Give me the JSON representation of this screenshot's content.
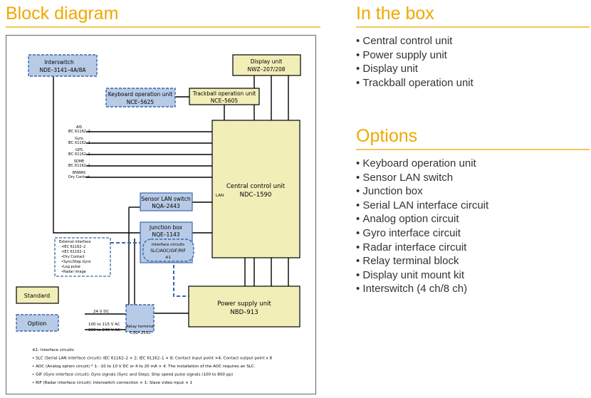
{
  "block_diagram": {
    "title": "Block diagram",
    "blocks": {
      "interswitch": [
        "Interswitch",
        "NDE–3141–4A/8A"
      ],
      "display_unit": [
        "Display unit",
        "NWZ–207/208"
      ],
      "keyboard_unit": [
        "Keyboard operation unit",
        "NCE–5625"
      ],
      "trackball_unit": [
        "Trackball operation unit",
        "NCE–5605"
      ],
      "central_control_unit": [
        "Central control unit",
        "NDC–1590"
      ],
      "sensor_lan_switch": [
        "Sensor LAN switch",
        "NQA–2443"
      ],
      "junction_box": [
        "Junction box",
        "NQE–1143"
      ],
      "interface_circuits": [
        "Interface circuits",
        "SLC/AOC/GIF/RIF",
        "※1"
      ],
      "power_supply_unit": [
        "Power supply unit",
        "NBD–913"
      ],
      "relay_terminal": [
        "Relay terminal",
        "CQD–2312"
      ]
    },
    "lan_label": "LAN",
    "inputs": [
      [
        "AIS",
        "IEC 61162–2"
      ],
      [
        "Gyro",
        "IEC 61162–2"
      ],
      [
        "GPS",
        "IEC 61162–1"
      ],
      [
        "SDME",
        "IEC 61162–1"
      ],
      [
        "BNWAS",
        "Dry Contact"
      ]
    ],
    "external_interface": [
      "External interface",
      "•IEC 61162–2",
      "•IEC 61162–1",
      "•Dry Contact",
      "•Sync/Step Gyro",
      "•Log pulse",
      "•Radar image"
    ],
    "power_labels": [
      "24 V DC",
      "100 to 115 V AC",
      "220 to 240 V AC"
    ],
    "legend": {
      "standard": "Standard",
      "option": "Option"
    },
    "footnotes": [
      "※1: Interface circuits",
      "• SLC (Serial LAN interface circuit): IEC 61162–2 × 2; IEC 61162–1 × 8; Contact input point ×4; Contact output point x 8",
      "• AOC (Analog option circuit) * 1: -10 to 10 V DC or 4 to 20 mA × 4. The installation of the AOC requires an SLC.",
      "• GIF (Gyro interface circuit): Gyro signals (Sync and Step); Ship speed pulse signals (100 to 800 pp)",
      "• RIF (Radar interface circuit): Interswitch connection × 1; Slave video input × 1"
    ]
  },
  "in_the_box": {
    "title": "In the box",
    "items": [
      "Central control unit",
      "Power supply unit",
      "Display unit",
      "Trackball operation unit"
    ]
  },
  "options": {
    "title": "Options",
    "items": [
      "Keyboard operation unit",
      "Sensor LAN switch",
      "Junction box",
      "Serial LAN interface circuit",
      "Analog option circuit",
      "Gyro interface circuit",
      "Radar interface circuit",
      "Relay terminal block",
      "Display unit mount kit",
      "Interswitch (4 ch/8 ch)"
    ]
  },
  "colors": {
    "accent": "#f0a800",
    "standard_fill": "#f2eeb8",
    "option_fill": "#b7cbe6",
    "option_stroke": "#3b67ad",
    "line": "#000000"
  }
}
